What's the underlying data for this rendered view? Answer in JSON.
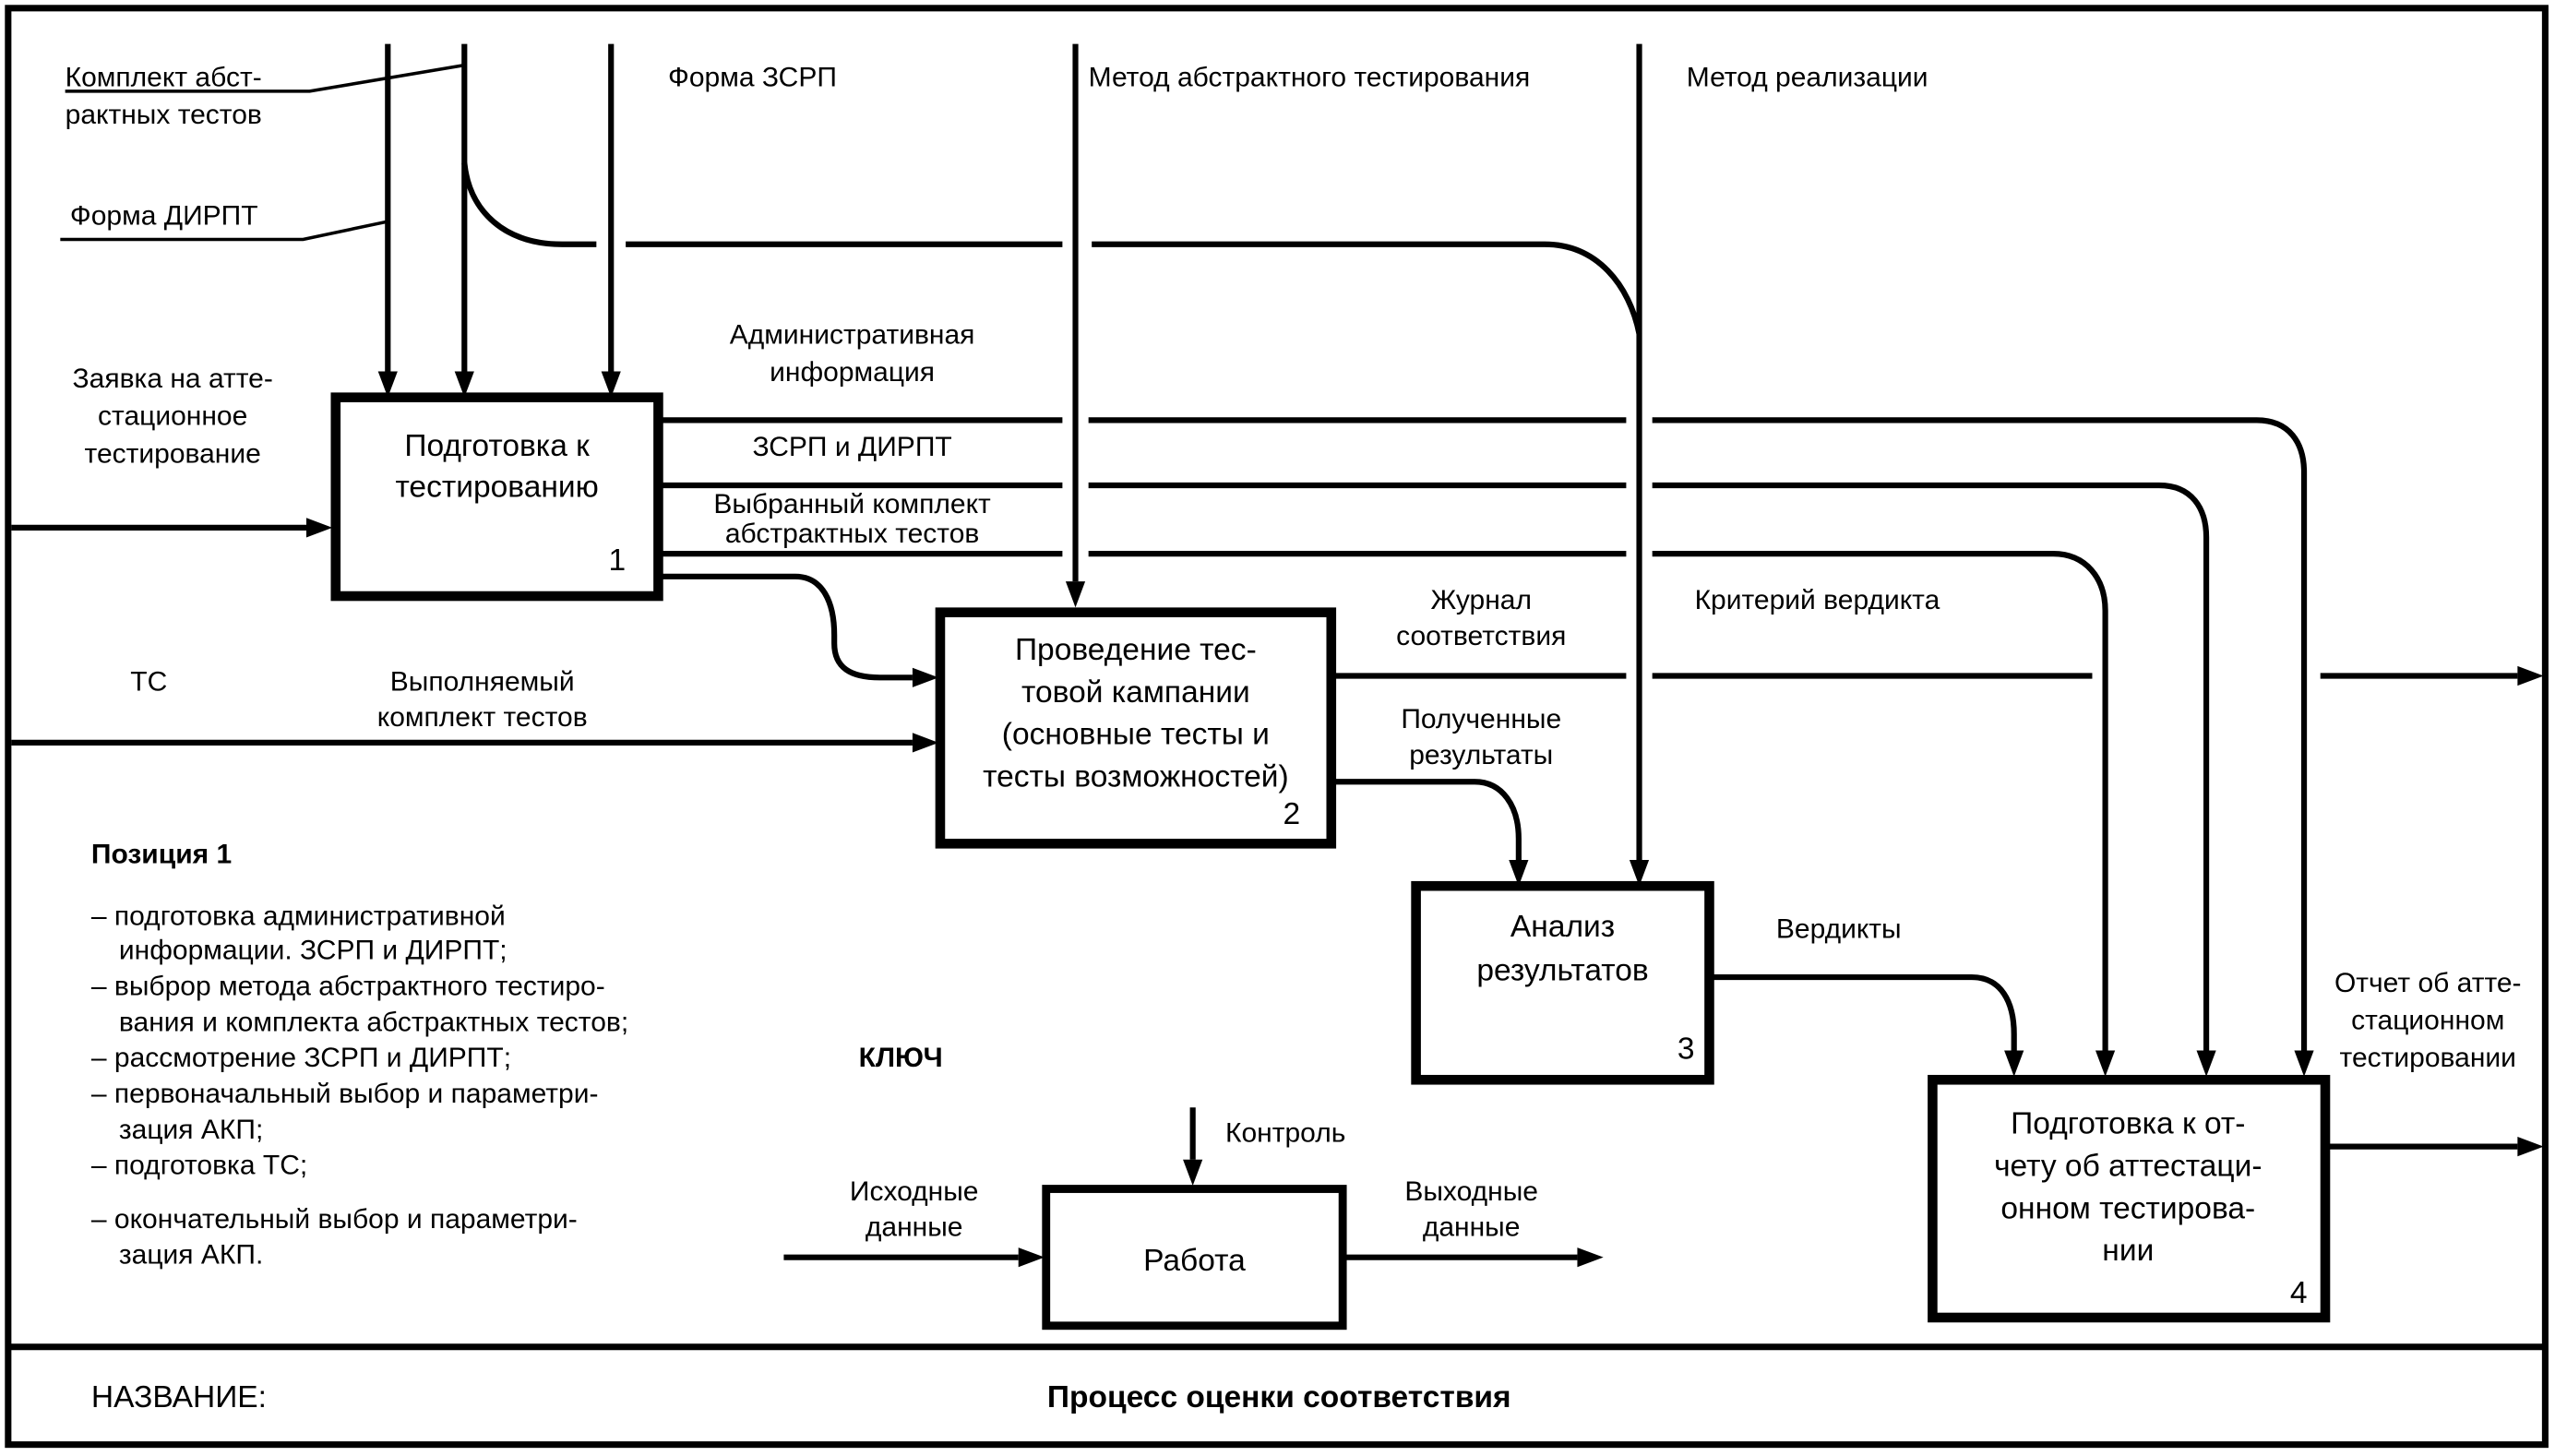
{
  "diagram": {
    "type": "IDEF0",
    "title_label": "НАЗВАНИЕ:",
    "title": "Процесс оценки соответствия",
    "colors": {
      "line": "#000000",
      "background": "#ffffff"
    },
    "activities": [
      {
        "id": 1,
        "lines": [
          "Подготовка к",
          "тестированию"
        ],
        "number": "1"
      },
      {
        "id": 2,
        "lines": [
          "Проведение тес-",
          "товой кампании",
          "(основные тесты и",
          "тесты возможностей)"
        ],
        "number": "2"
      },
      {
        "id": 3,
        "lines": [
          "Анализ",
          "результатов"
        ],
        "number": "3"
      },
      {
        "id": 4,
        "lines": [
          "Подготовка к от-",
          "чету об аттестаци-",
          "онном тестирова-",
          "нии"
        ],
        "number": "4"
      }
    ],
    "arrows": {
      "komplekt": [
        "Комплект абст-",
        "рактных тестов"
      ],
      "forma_dirpt": "Форма ДИРПТ",
      "forma_zsrp": "Форма ЗСРП",
      "metod_abstr": "Метод абстрактного тестирования",
      "metod_real": "Метод реализации",
      "zayavka": [
        "Заявка на атте-",
        "стационное",
        "тестирование"
      ],
      "admin": [
        "Административная",
        "информация"
      ],
      "zsrp_dirpt": "ЗСРП и ДИРПТ",
      "vybrannyi": [
        "Выбранный комплект",
        "абстрактных тестов"
      ],
      "ts": "ТС",
      "vypolnyaemyi": [
        "Выполняемый",
        "комплект тестов"
      ],
      "zhurnal": [
        "Журнал",
        "соответствия"
      ],
      "kriteriy": "Критерий вердикта",
      "poluchennye": [
        "Полученные",
        "результаты"
      ],
      "verdikty": "Вердикты",
      "otchet": [
        "Отчет об атте-",
        "стационном",
        "тестировании"
      ]
    },
    "position": {
      "heading": "Позиция 1",
      "items": [
        [
          "– подготовка административной",
          "информации. ЗСРП и ДИРПТ;"
        ],
        [
          "– выброр метода абстрактного тестиро-",
          "вания и комплекта абстрактных тестов;"
        ],
        [
          "– рассмотрение ЗСРП и ДИРПТ;"
        ],
        [
          "– первоначальный выбор и параметри-",
          "зация АКП;"
        ],
        [
          "– подготовка ТС;"
        ],
        [
          "– окончательный выбор и параметри-",
          "зация АКП."
        ]
      ]
    },
    "key": {
      "heading": "КЛЮЧ",
      "control": "Контроль",
      "input": [
        "Исходные",
        "данные"
      ],
      "output": [
        "Выходные",
        "данные"
      ],
      "activity": "Работа"
    }
  }
}
